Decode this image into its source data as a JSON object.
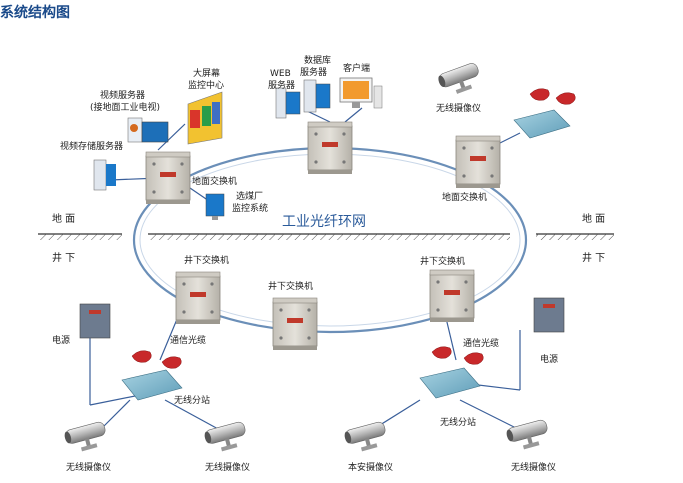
{
  "page_title": "系统结构图",
  "ring_label": "工业光纤环网",
  "ground": {
    "above": "地 面",
    "below": "井 下"
  },
  "labels": {
    "video_server_line1": "视频服务器",
    "video_server_line2": "(接地面工业电视)",
    "big_screen_line1": "大屏幕",
    "big_screen_line2": "监控中心",
    "web_server_line1": "WEB",
    "web_server_line2": "服务器",
    "db_server_line1": "数据库",
    "db_server_line2": "服务器",
    "client": "客户端",
    "wireless_camera_top": "无线摄像仪",
    "video_storage": "视频存储服务器",
    "surface_switch_left": "地面交换机",
    "coal_prep_line1": "选煤厂",
    "coal_prep_line2": "监控系统",
    "surface_switch_right": "地面交换机",
    "underground_switch_left": "井下交换机",
    "underground_switch_mid": "井下交换机",
    "underground_switch_right": "井下交换机",
    "power_left": "电源",
    "power_right": "电源",
    "comm_cable_left": "通信光缆",
    "comm_cable_right": "通信光缆",
    "wireless_substation_left": "无线分站",
    "wireless_substation_right": "无线分站",
    "camera_bottom_1": "无线摄像仪",
    "camera_bottom_2": "无线摄像仪",
    "camera_bottom_3": "本安摄像仪",
    "camera_bottom_4": "无线摄像仪"
  },
  "colors": {
    "title": "#1a4a8a",
    "ring": "#6b8fb8",
    "ring_label": "#2a5a9a",
    "cabinet": "#d9d6cf",
    "cabinet_dark": "#a9a59c",
    "substation": "#7db8cf",
    "antenna": "#c8282a",
    "cable": "#3a5f9a",
    "ground_line": "#333333"
  }
}
